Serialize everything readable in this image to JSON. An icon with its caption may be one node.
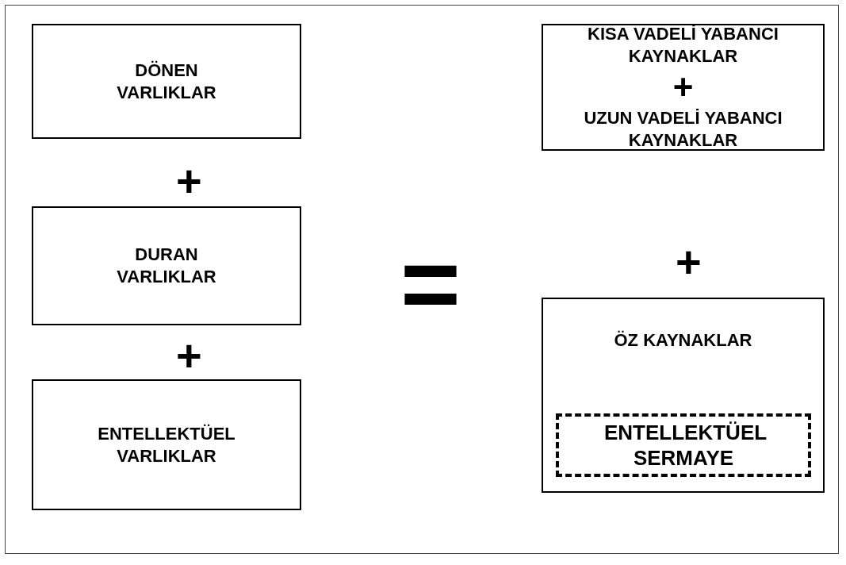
{
  "diagram": {
    "nodes": [
      {
        "text": [
          "DÖNEN VARLIKLAR"
        ]
      },
      {
        "text": [
          "DURAN VARLIKLAR"
        ]
      },
      {
        "text": [
          "ENTELLEKTÜEL VARLIKLAR"
        ]
      },
      {
        "text": [
          "KISA VADELİ YABANCI KAYNAKLAR",
          "+",
          "UZUN VADELİ YABANCI KAYNAKLAR"
        ]
      },
      {
        "text": [
          "ÖZ KAYNAKLAR"
        ]
      },
      {
        "text": [
          "ENTELLEKTÜEL SERMAYE"
        ],
        "in": 4
      }
    ],
    "edges": [],
    "labels": [
      "+",
      "+",
      "=",
      "+"
    ]
  }
}
